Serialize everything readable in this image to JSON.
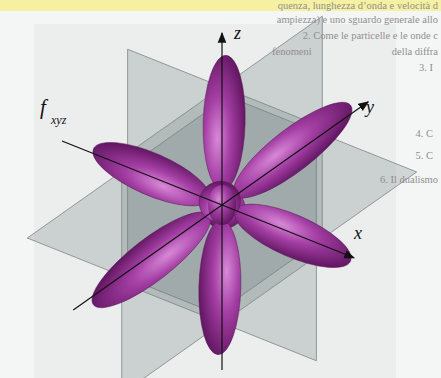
{
  "diagram": {
    "labels": [
      "f",
      "xyz",
      "z",
      "y",
      "x",
      "quenza, lunghezza d’onda e velocità d",
      "ampiezza) e uno sguardo generale allo",
      "2. Come le particelle e le onde c",
      "fenomeni",
      "della diffra",
      "3. I",
      "4. C",
      "5. C",
      "6. Il dualismo"
    ]
  }
}
